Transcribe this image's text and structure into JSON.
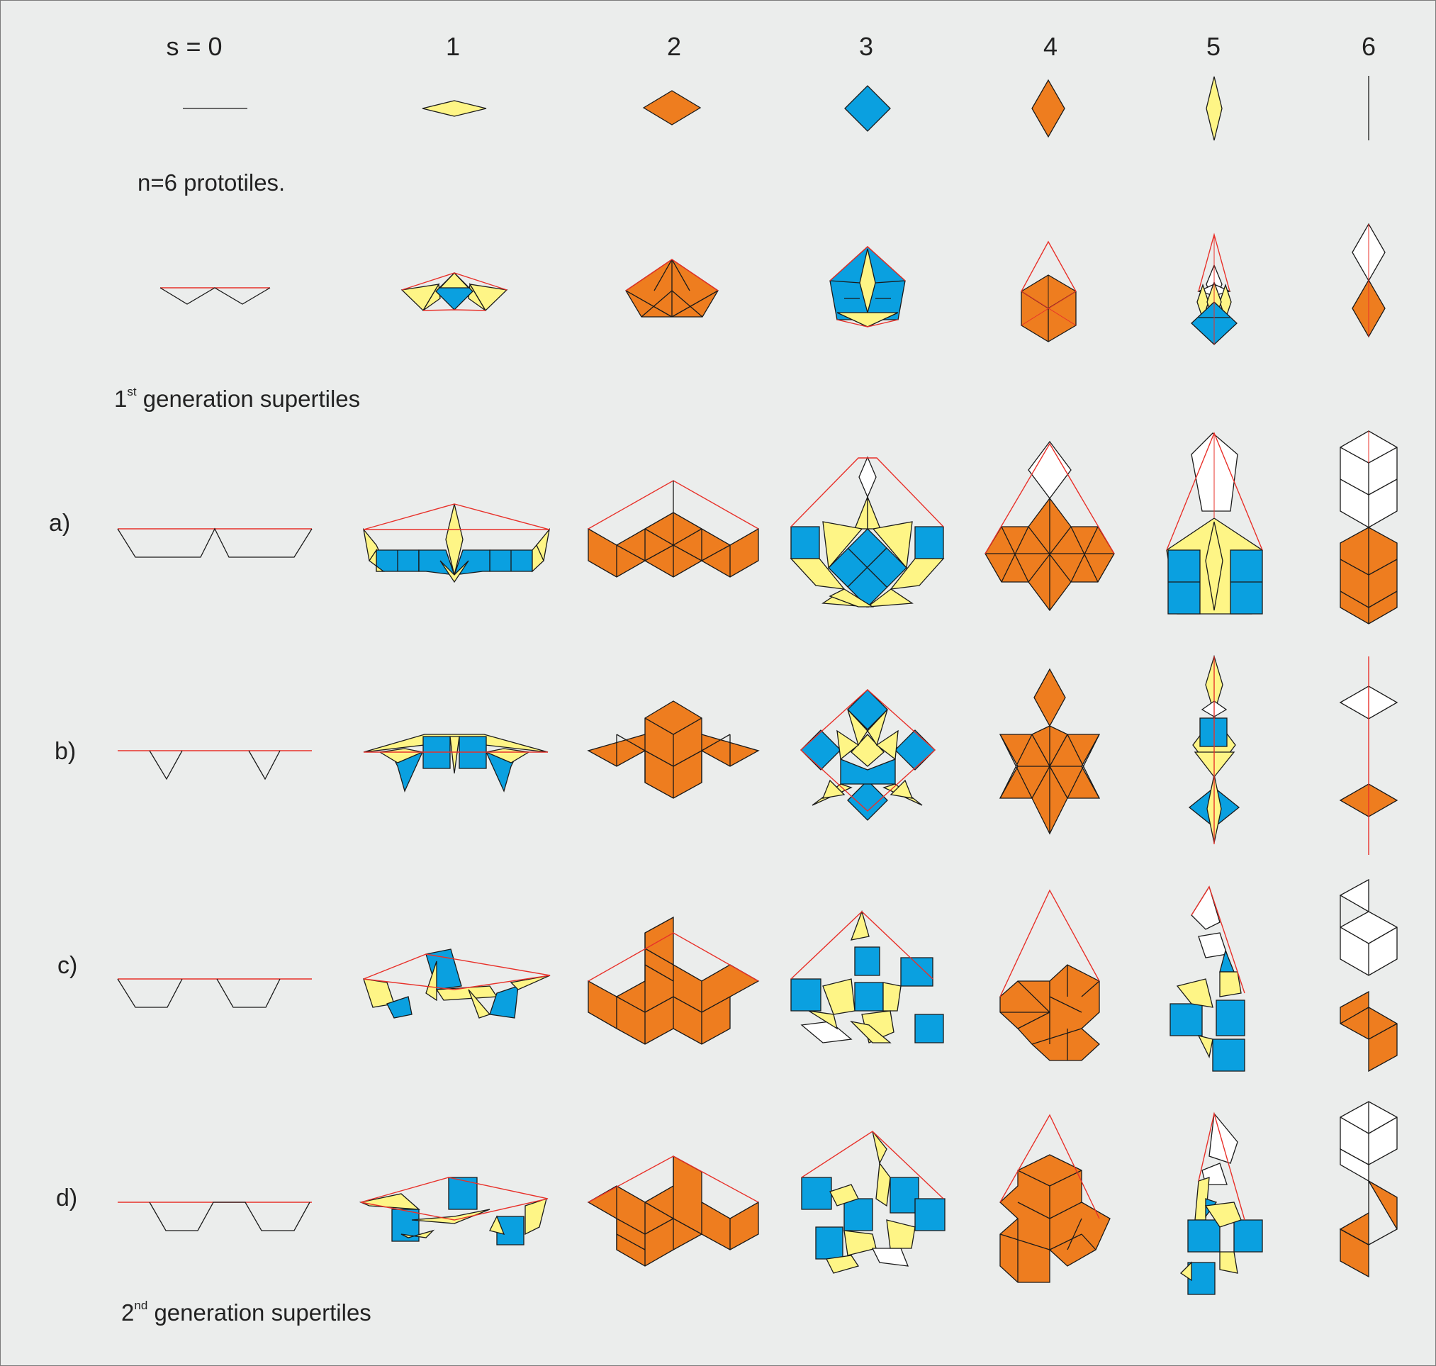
{
  "columns": [
    "s = 0",
    "1",
    "2",
    "3",
    "4",
    "5",
    "6"
  ],
  "prototiles_caption": "n=6 prototiles.",
  "first_generation_caption": {
    "prefix": "1",
    "sup": "st",
    "rest": " generation supertiles"
  },
  "second_generation_caption": {
    "prefix": "2",
    "sup": "nd",
    "rest": " generation supertiles"
  },
  "row_labels": [
    "a)",
    "b)",
    "c)",
    "d)"
  ],
  "colors": {
    "yellow": "#fef586",
    "orange": "#ee7d1f",
    "blue": "#0aa0e0",
    "white": "#ffffff",
    "outline": "#1a1a1a",
    "red_guide": "#e8312a",
    "background": "#ebedec"
  }
}
